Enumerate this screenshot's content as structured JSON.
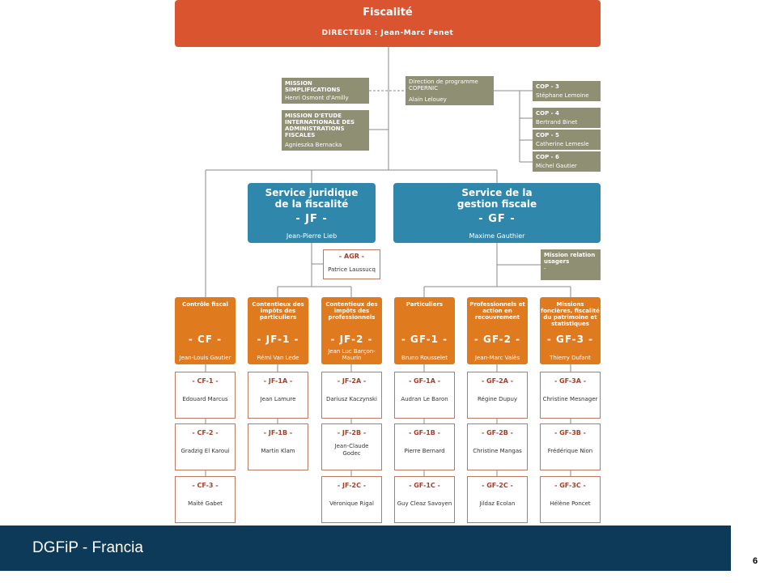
{
  "top": {
    "title": "Fiscalité",
    "director": "DIRECTEUR : Jean-Marc Fenet"
  },
  "missions": [
    {
      "title": "MISSION SIMPLIFICATIONS",
      "name": "Henri Osmont d'Amilly"
    },
    {
      "title": "MISSION D'ETUDE INTERNATIONALE DES ADMINISTRATIONS FISCALES",
      "name": "Agnieszka Bernacka"
    }
  ],
  "copernic": {
    "title": "Direction de programme COPERNIC",
    "name": "Alain Lelouey"
  },
  "cops": [
    {
      "code": "COP - 3",
      "name": "Stéphane Lemoine"
    },
    {
      "code": "COP - 4",
      "name": "Bertrand Binet"
    },
    {
      "code": "COP - 5",
      "name": "Catherine Lemesle"
    },
    {
      "code": "COP - 6",
      "name": "Michel Gautier"
    }
  ],
  "services": [
    {
      "title": "Service juridique de la fiscalité",
      "code": "- JF -",
      "name": "Jean-Pierre Lieb"
    },
    {
      "title": "Service de la gestion fiscale",
      "code": "- GF -",
      "name": "Maxime Gauthier"
    }
  ],
  "agr": {
    "code": "- AGR -",
    "name": "Patrice Laussucq"
  },
  "mission_usagers": {
    "title": "Mission relation usagers",
    "name": "-"
  },
  "columns": [
    {
      "title": "Contrôle fiscal",
      "code": "- CF -",
      "name": "Jean-Louis Gautier",
      "subs": [
        {
          "code": "- CF-1 -",
          "name": "Edouard Marcus"
        },
        {
          "code": "- CF-2 -",
          "name": "Gradzig El Karoui"
        },
        {
          "code": "- CF-3 -",
          "name": "Maïté Gabet"
        }
      ]
    },
    {
      "title": "Contentieux des impôts des particuliers",
      "code": "- JF-1 -",
      "name": "Rémi Van Lede",
      "subs": [
        {
          "code": "- JF-1A -",
          "name": "Jean Lamure"
        },
        {
          "code": "- JF-1B -",
          "name": "Martin Klam"
        }
      ]
    },
    {
      "title": "Contentieux des impôts des professionnels",
      "code": "- JF-2 -",
      "name": "Jean Luc Barçon-Maurin",
      "subs": [
        {
          "code": "- JF-2A -",
          "name": "Dariusz Kaczynski"
        },
        {
          "code": "- JF-2B -",
          "name": "Jean-Claude Godec"
        },
        {
          "code": "- JF-2C -",
          "name": "Véronique Rigal"
        }
      ]
    },
    {
      "title": "Particuliers",
      "code": "- GF-1 -",
      "name": "Bruno Rousselet",
      "subs": [
        {
          "code": "- GF-1A -",
          "name": "Audran Le Baron"
        },
        {
          "code": "- GF-1B -",
          "name": "Pierre Bernard"
        },
        {
          "code": "- GF-1C -",
          "name": "Guy Cleaz Savoyen"
        }
      ]
    },
    {
      "title": "Professionnels et action en recouvrement",
      "code": "- GF-2 -",
      "name": "Jean-Marc Valès",
      "subs": [
        {
          "code": "- GF-2A -",
          "name": "Régine Dupuy"
        },
        {
          "code": "- GF-2B -",
          "name": "Christine Mangas"
        },
        {
          "code": "- GF-2C -",
          "name": "Jildaz Ecolan"
        }
      ]
    },
    {
      "title": "Missions foncières, fiscalité du patrimoine et statistiques",
      "code": "- GF-3 -",
      "name": "Thierry Dufant",
      "subs": [
        {
          "code": "- GF-3A -",
          "name": "Christine Mesnager"
        },
        {
          "code": "- GF-3B -",
          "name": "Frédérique Nion"
        },
        {
          "code": "- GF-3C -",
          "name": "Hélène Poncet"
        }
      ]
    }
  ],
  "footer": {
    "label": "DGFiP - Francia",
    "page": "6"
  },
  "colors": {
    "director": "#d9542f",
    "gray": "#8f8f73",
    "service": "#2f87ac",
    "bureau": "#e07a1f",
    "footer": "#0d3a58"
  }
}
